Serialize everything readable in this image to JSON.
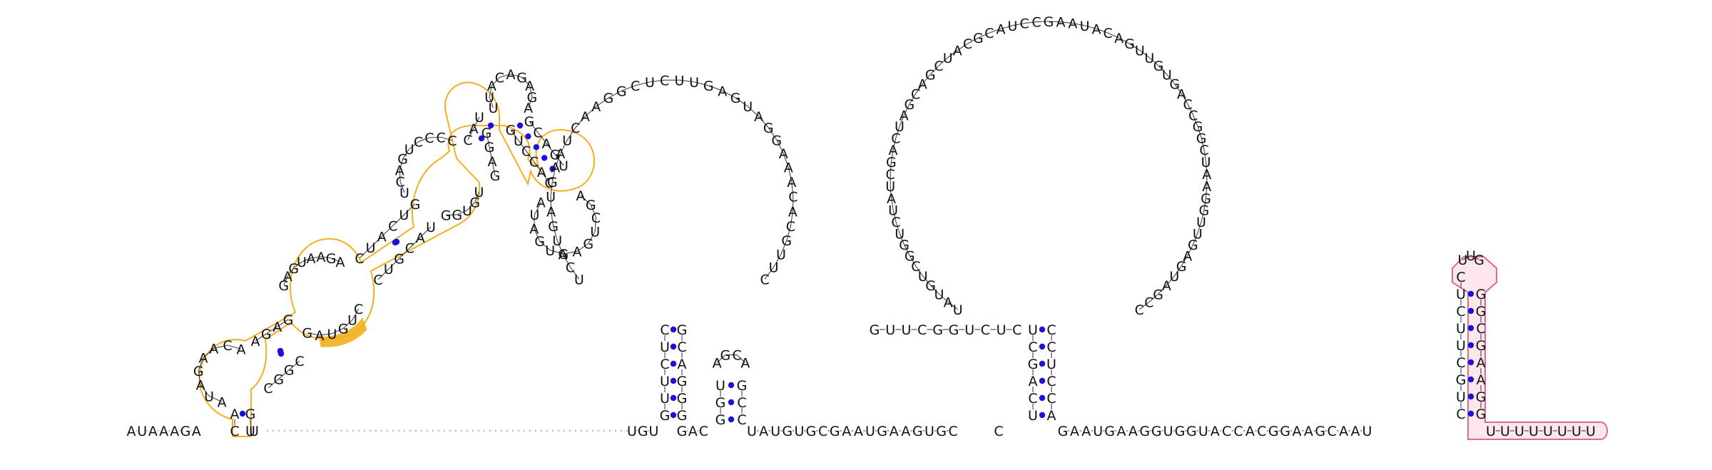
{
  "diagram": {
    "type": "rna-secondary-structure",
    "segments": [
      {
        "id": "5p-tail",
        "sequence": "AUAAAGA"
      },
      {
        "id": "module-orange",
        "sequence": "AUAGAACAGAGGAGUAAGUCUCCCCAUUACAGAGAGCAGUGCUCAGGUGAUGCCUGUACCCUCGUGGACCUACCGGUCGUG"
      },
      {
        "id": "hairpin-1",
        "sequence": "UGUCCUUCAUGAUGAAUCAAGGCUCUUGAGUAGGAAACAC"
      },
      {
        "id": "hairpin-2",
        "sequence": "GACGACCGGC"
      },
      {
        "id": "hairpin-3",
        "sequence": "UCGACUAGCAGCUACGCAGUCCAGUUAAGACGCGACUCGAUUCGCUAUGUCGGUUCCCGAGUAUAAGCCCGGAAAGCUAG"
      },
      {
        "id": "hairpin-pink",
        "sequence": "CUUCGUCUUGGCGAAGG"
      }
    ],
    "linker_1": "UAUGUGCGAAUGAAGUGC",
    "linker_2": "GAAUGAAGGUGGUACCACGGAAGCAAU",
    "tail_3p": "UUUUUUUU",
    "highlights": [
      {
        "name": "module-outline",
        "color": "#f2b01e"
      },
      {
        "name": "motif-cug",
        "color": "#f2b01e"
      },
      {
        "name": "terminator-hairpin",
        "color": "#e06a8c",
        "fill": "#fde6ee"
      }
    ],
    "pair_dot_color": "#1a10e0"
  }
}
